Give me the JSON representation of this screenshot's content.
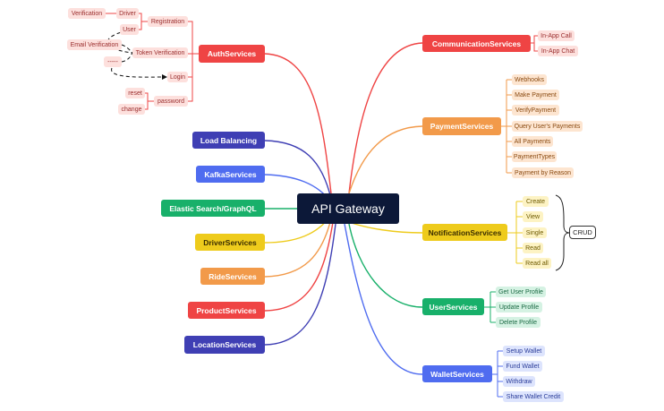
{
  "center": {
    "label": "API Gateway",
    "color": "#0c1838"
  },
  "auth": {
    "label": "AuthServices",
    "color": "#ef4444",
    "registration": "Registration",
    "driver": "Driver",
    "verification": "Verification",
    "user": "User",
    "token_verification": "Token Verification",
    "email_verification": "Email Verification",
    "dashes": "-----",
    "login": "Login",
    "password": "password",
    "reset": "reset",
    "change": "change"
  },
  "communication": {
    "label": "CommunicationServices",
    "color": "#ef4444",
    "items": [
      "In-App Call",
      "In-App Chat"
    ]
  },
  "payment": {
    "label": "PaymentServices",
    "color": "#f29a4a",
    "items": [
      "Webhooks",
      "Make Payment",
      "VerifyPayment",
      "Query User's Payments",
      "All Payments",
      "PaymentTypes",
      "Payment by Reason"
    ]
  },
  "notification": {
    "label": "NotificationServices",
    "color": "#eecb1c",
    "items": [
      "Create",
      "View",
      "Single",
      "Read",
      "Read all"
    ],
    "crud": "CRUD"
  },
  "user": {
    "label": "UserServices",
    "color": "#18b06a",
    "items": [
      "Get User Profile",
      "Update Profile",
      "Delete Profile"
    ]
  },
  "wallet": {
    "label": "WalletServices",
    "color": "#4f6cf0",
    "items": [
      "Setup Wallet",
      "Fund Wallet",
      "Withdraw",
      "Share Wallet Credit"
    ]
  },
  "left": [
    {
      "label": "Load Balancing",
      "color": "#3f3fb4"
    },
    {
      "label": "KafkaServices",
      "color": "#4f6cf0"
    },
    {
      "label": "Elastic Search/GraphQL",
      "color": "#18b06a"
    },
    {
      "label": "DriverServices",
      "color": "#eecb1c"
    },
    {
      "label": "RideServices",
      "color": "#f29a4a"
    },
    {
      "label": "ProductServices",
      "color": "#ef4444"
    },
    {
      "label": "LocationServices",
      "color": "#3f3fb4"
    }
  ]
}
